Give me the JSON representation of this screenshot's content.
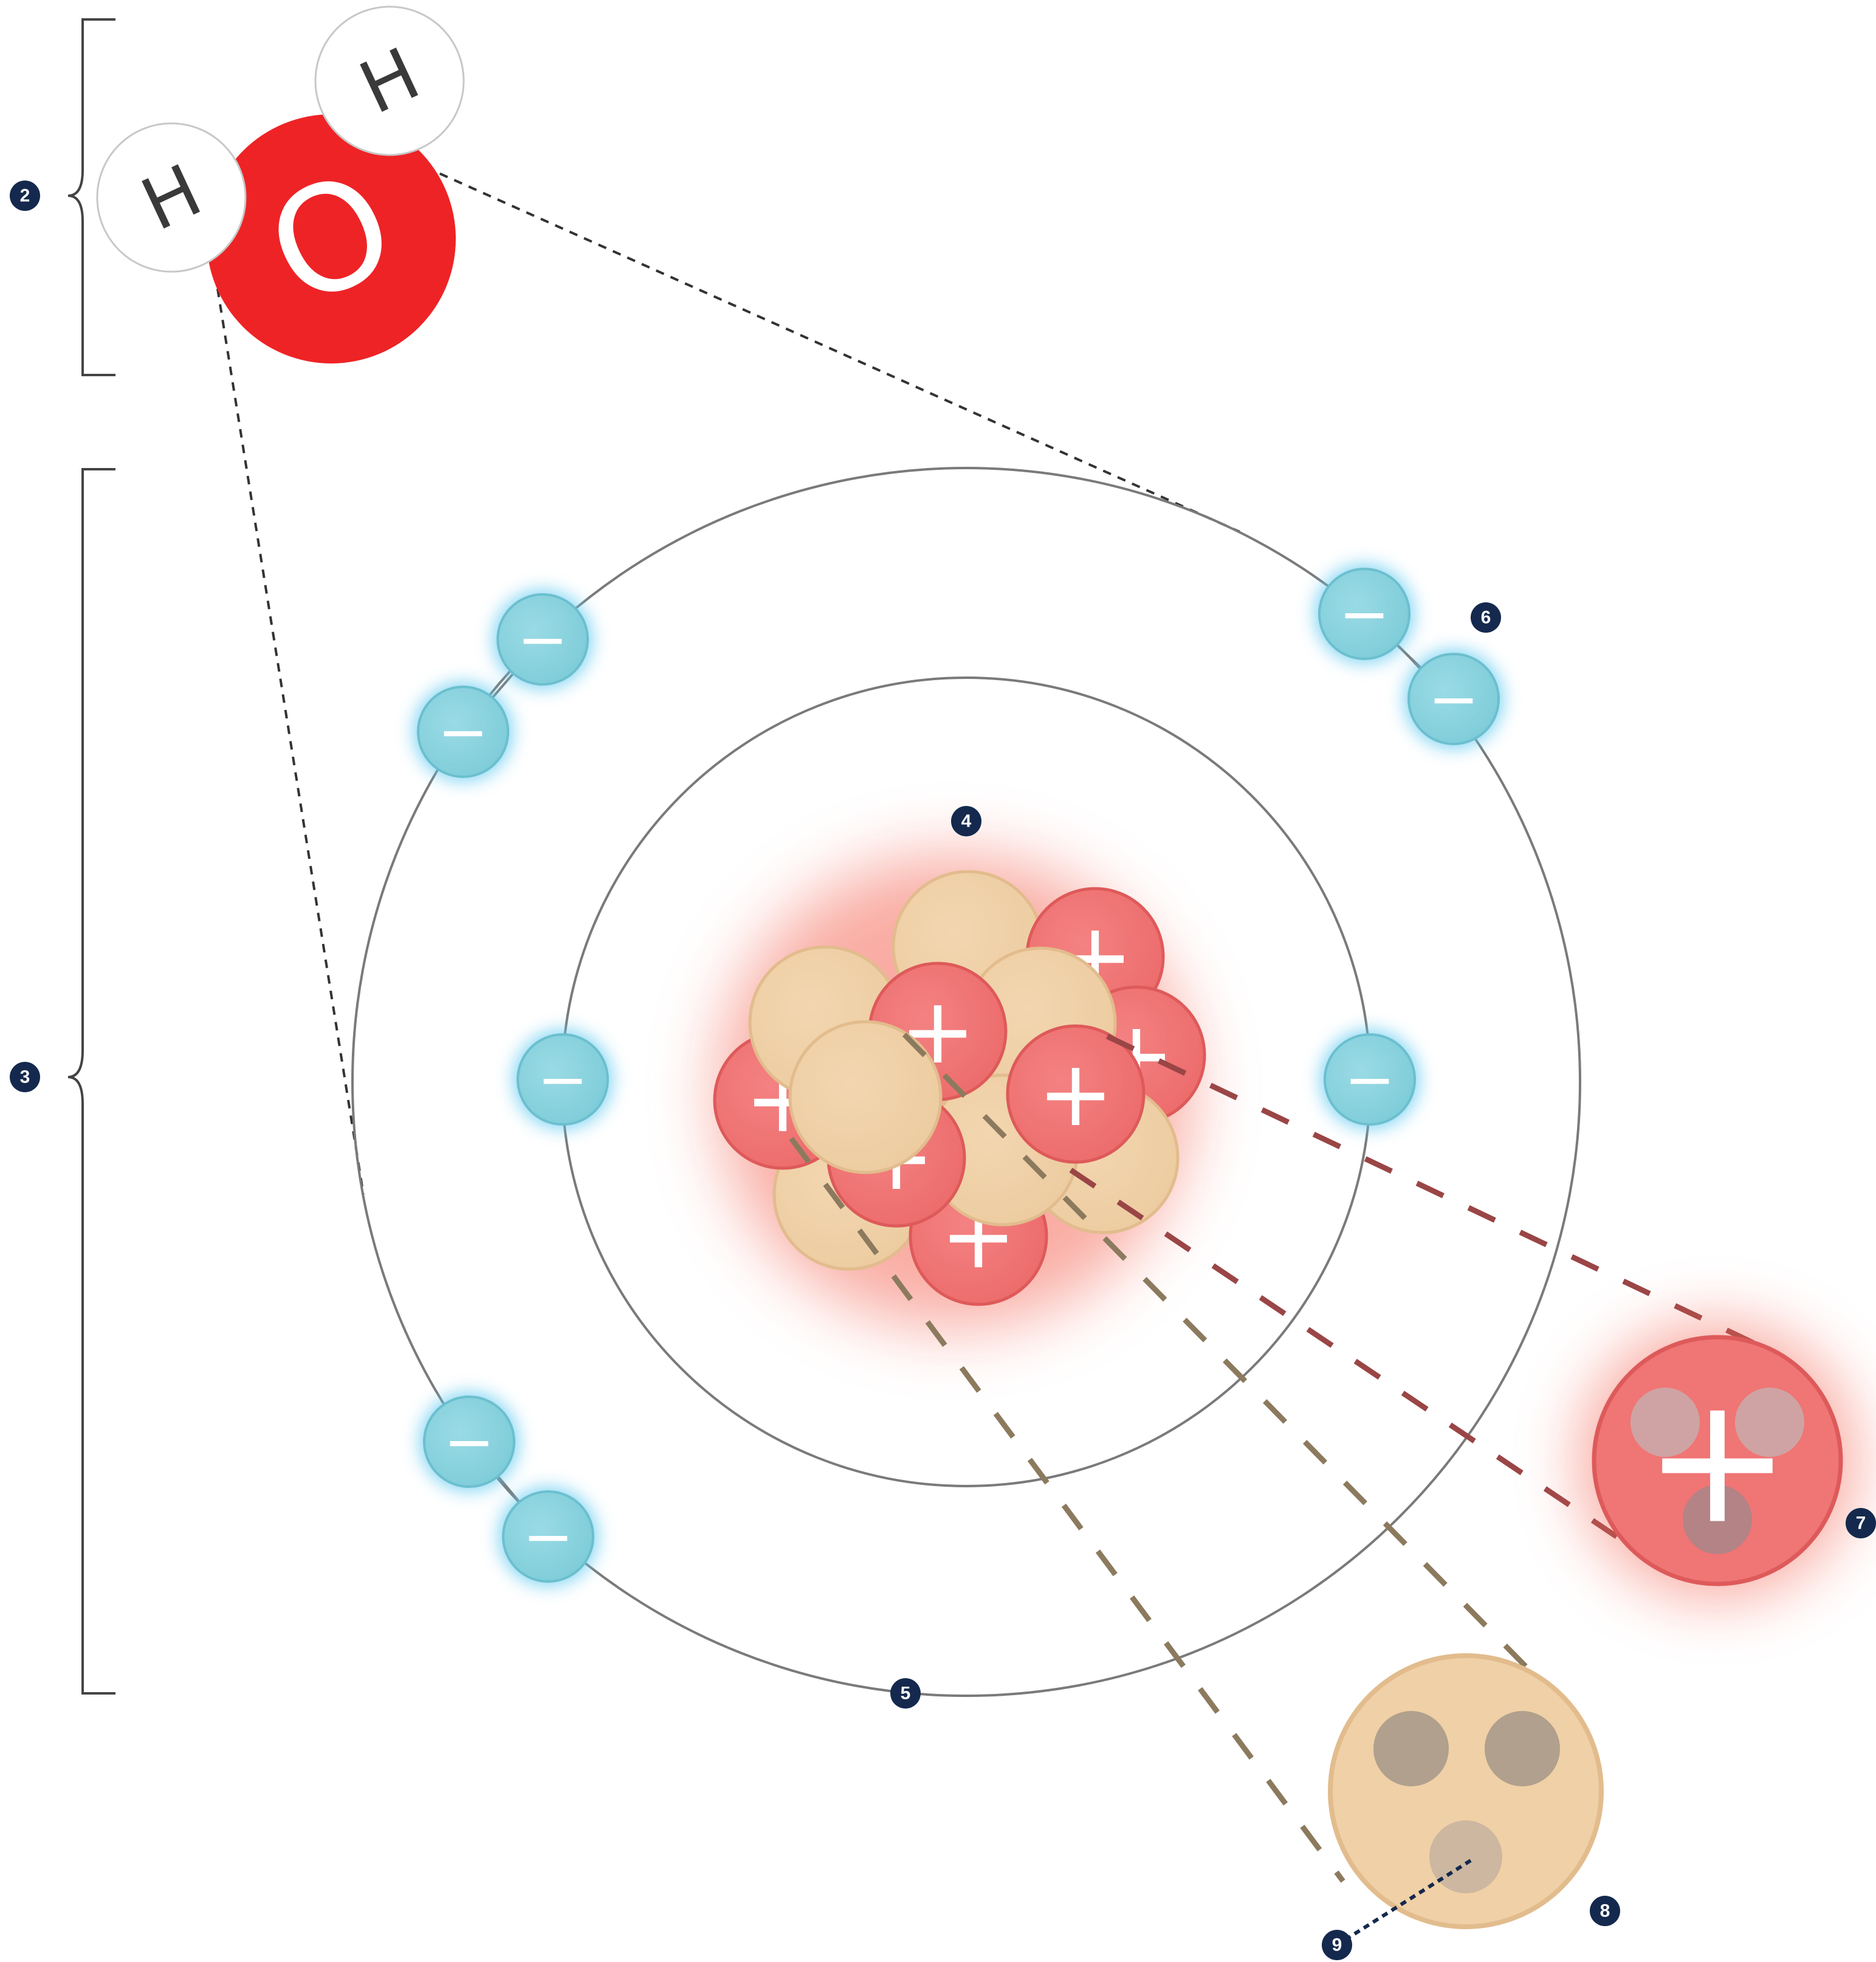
{
  "molecule": {
    "oxygen_symbol": "O",
    "hydrogen_left_symbol": "H",
    "hydrogen_right_symbol": "H"
  },
  "particles": {
    "electron_symbol": "−",
    "proton_symbol": "+"
  },
  "callouts": {
    "molecule_bracket": "2",
    "atom_bracket": "3",
    "nucleus": "4",
    "outer_shell": "5",
    "electron": "6",
    "proton": "7",
    "neutron": "8",
    "quark": "9"
  },
  "colors": {
    "oxygen": "#ee2326",
    "electron": "#88d2de",
    "electron_glow": "#5ec9f0",
    "proton": "#f07575",
    "proton_glow": "#f46a5a",
    "neutron": "#f0d0a6",
    "badge": "#14294d",
    "shell": "#7a7a7a",
    "proton_leader": "#9a4546",
    "neutron_leader": "#8c7a5e"
  }
}
